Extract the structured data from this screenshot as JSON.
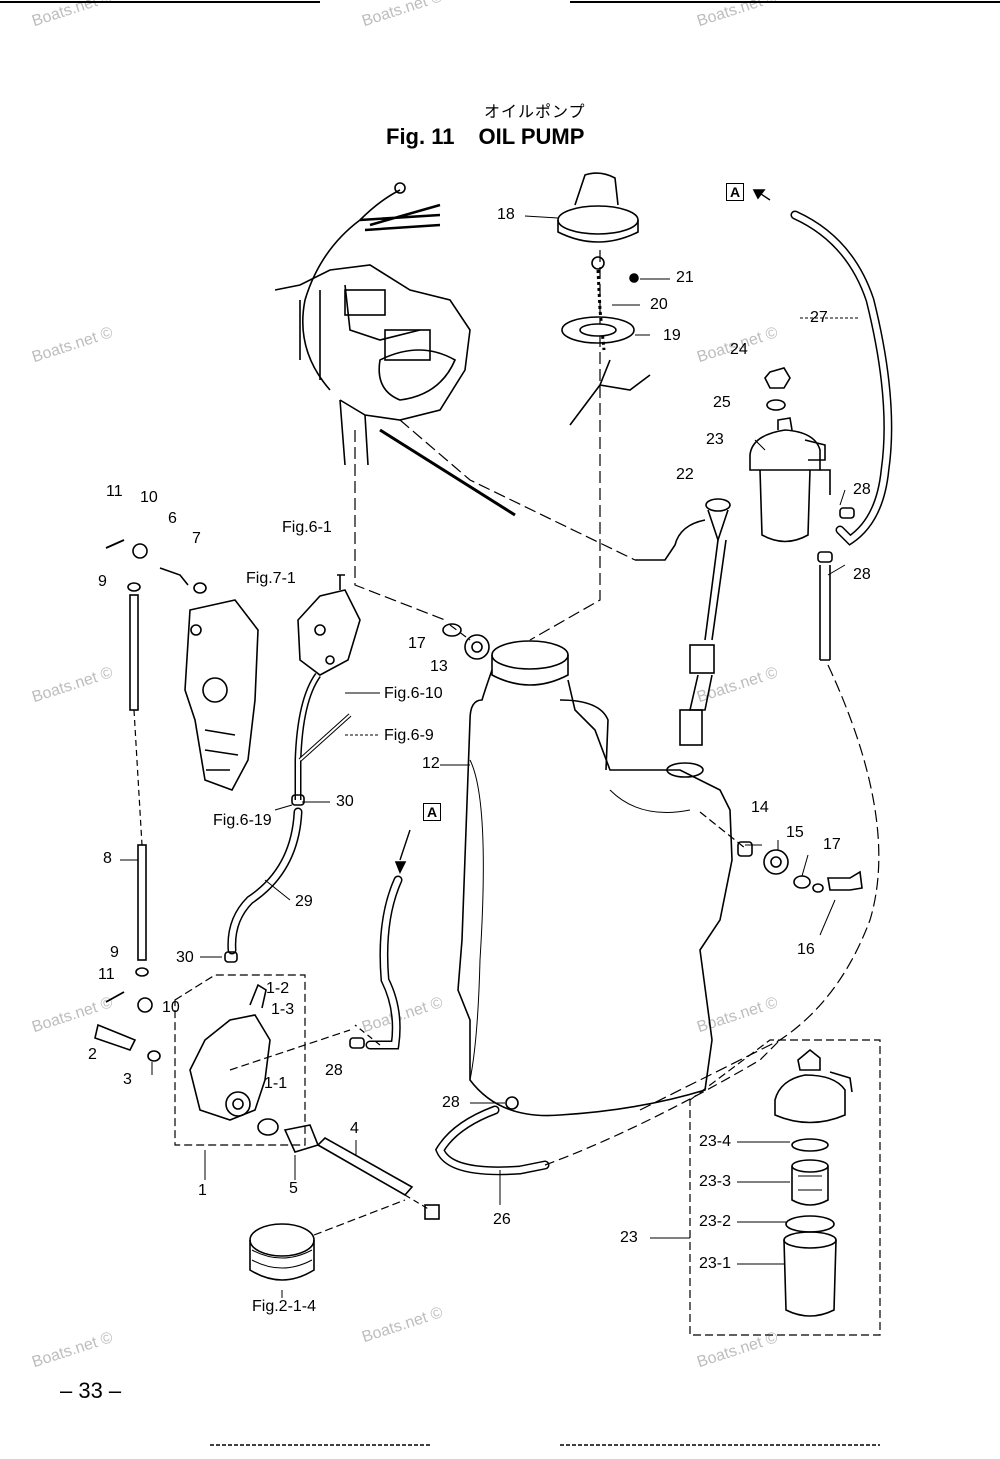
{
  "figure": {
    "title_jp": "オイルポンプ",
    "fig_number": "Fig. 11",
    "title": "OIL PUMP"
  },
  "watermark": "Boats.net ©",
  "page_number": "– 33 –",
  "callouts": {
    "n1": "1",
    "n1_1": "1-1",
    "n1_2": "1-2",
    "n1_3": "1-3",
    "n2": "2",
    "n3": "3",
    "n4": "4",
    "n5": "5",
    "n6": "6",
    "n7": "7",
    "n8": "8",
    "n9a": "9",
    "n9b": "9",
    "n10a": "10",
    "n10b": "10",
    "n11a": "11",
    "n11b": "11",
    "n12": "12",
    "n13": "13",
    "n14": "14",
    "n15": "15",
    "n16": "16",
    "n17a": "17",
    "n17b": "17",
    "n18": "18",
    "n19": "19",
    "n20": "20",
    "n21": "21",
    "n22": "22",
    "n23a": "23",
    "n23b": "23",
    "n23_1": "23-1",
    "n23_2": "23-2",
    "n23_3": "23-3",
    "n23_4": "23-4",
    "n24": "24",
    "n25": "25",
    "n26": "26",
    "n27": "27",
    "n28a": "28",
    "n28b": "28",
    "n28c": "28",
    "n28d": "28",
    "n29": "29",
    "n30a": "30",
    "n30b": "30"
  },
  "references": {
    "fig6_1": "Fig.6-1",
    "fig7_1": "Fig.7-1",
    "fig6_10": "Fig.6-10",
    "fig6_9": "Fig.6-9",
    "fig6_19": "Fig.6-19",
    "fig2_1_4": "Fig.2-1-4",
    "box_a_top": "A",
    "box_a_mid": "A"
  }
}
